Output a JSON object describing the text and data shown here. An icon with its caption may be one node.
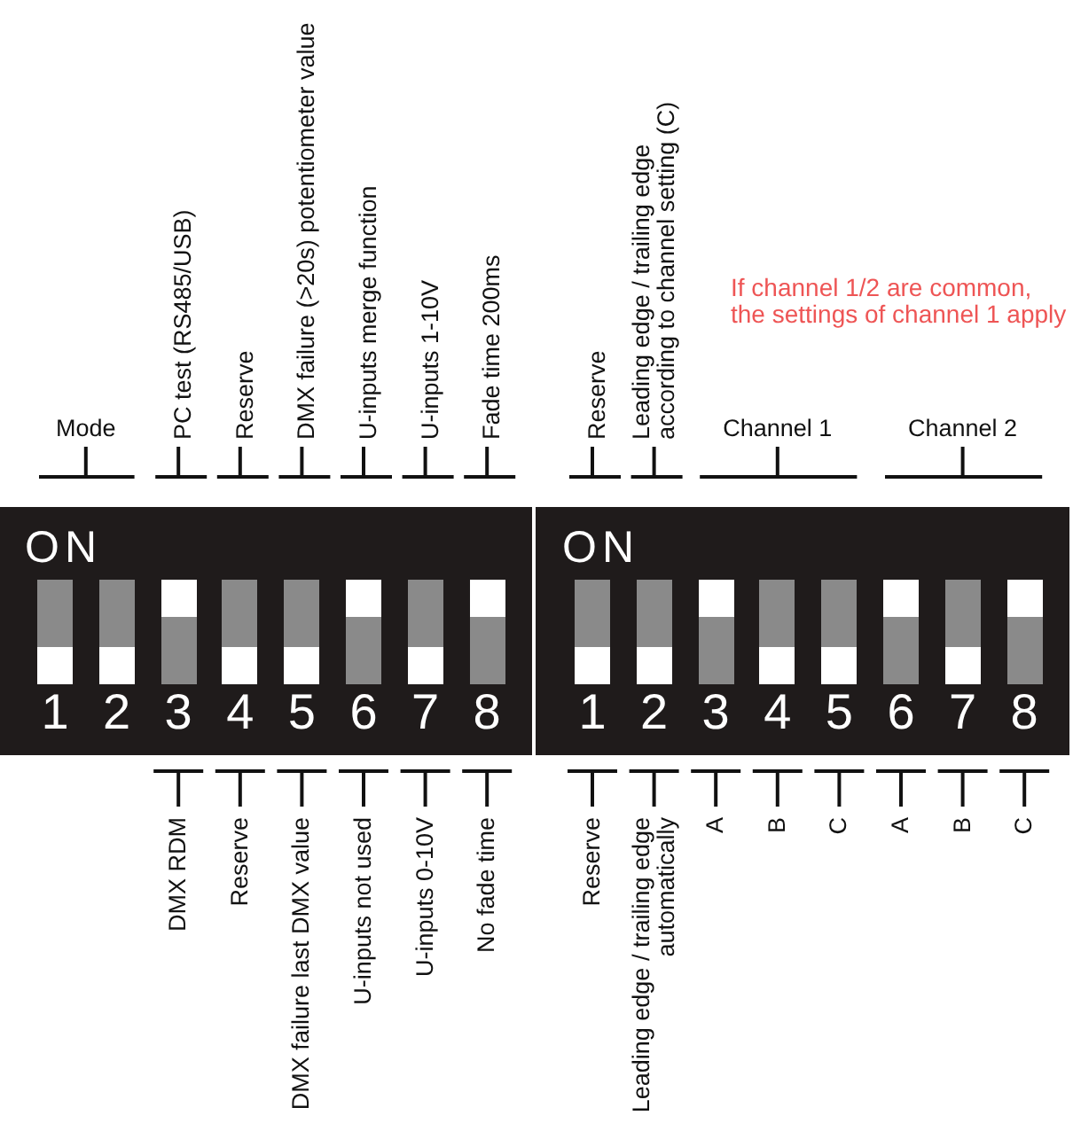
{
  "diagram": {
    "nodes": [
      {
        "text": [
          "ON"
        ]
      },
      {
        "text": [
          "1"
        ],
        "in": 0
      },
      {
        "text": [
          "2"
        ],
        "in": 0
      },
      {
        "text": [
          "3"
        ],
        "in": 0
      },
      {
        "text": [
          "4"
        ],
        "in": 0
      },
      {
        "text": [
          "5"
        ],
        "in": 0
      },
      {
        "text": [
          "6"
        ],
        "in": 0
      },
      {
        "text": [
          "7"
        ],
        "in": 0
      },
      {
        "text": [
          "8"
        ],
        "in": 0
      },
      {
        "text": [
          "ON"
        ]
      },
      {
        "text": [
          "1"
        ],
        "in": 9
      },
      {
        "text": [
          "2"
        ],
        "in": 9
      },
      {
        "text": [
          "3"
        ],
        "in": 9
      },
      {
        "text": [
          "4"
        ],
        "in": 9
      },
      {
        "text": [
          "5"
        ],
        "in": 9
      },
      {
        "text": [
          "6"
        ],
        "in": 9
      },
      {
        "text": [
          "7"
        ],
        "in": 9
      },
      {
        "text": [
          "8"
        ],
        "in": 9
      }
    ],
    "labels": [
      "Mode",
      "PC test (RS485/USB)",
      "Reserve",
      "DMX failure (>20s) potentiometer value",
      "U-inputs merge function",
      "U-inputs 1-10V",
      "Fade time 200ms",
      "Reserve",
      "Leading edge / trailing edge according to channel setting (C)",
      "If channel 1/2 are common, the settings of channel 1 apply",
      "Channel 1",
      "Channel 2",
      "DMX RDM",
      "Reserve",
      "DMX failure last DMX value",
      "U-inputs not used",
      "U-inputs 0-10V",
      "No fade time",
      "Reserve",
      "Leading edge / trailing edge automatically",
      "A",
      "B",
      "C",
      "A",
      "B",
      "C"
    ]
  }
}
